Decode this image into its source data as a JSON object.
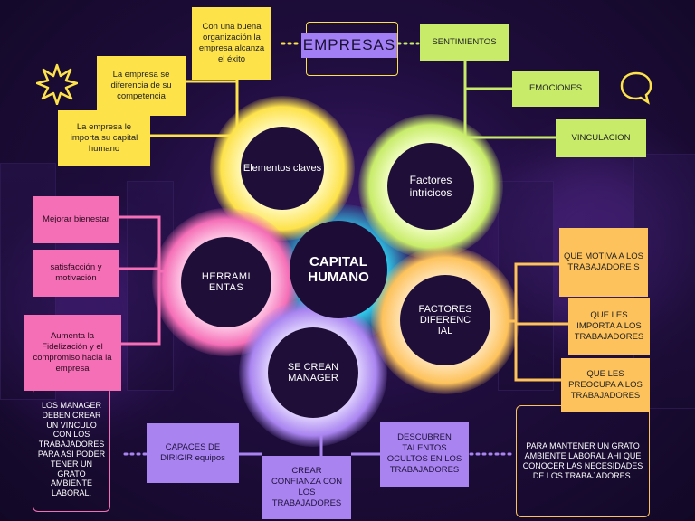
{
  "header": {
    "title": "EMPRESAS"
  },
  "center": {
    "label": "CAPITAL HUMANO"
  },
  "nodes": {
    "elementos": "Elementos claves",
    "factores_intr": "Factores intricicos",
    "herramientas": "HERRAMI ENTAS",
    "factores_dif": "FACTORES DIFERENC IAL",
    "manager": "SE CREAN MANAGER"
  },
  "yellow_boxes": [
    "Con una buena organización la empresa alcanza el éxito",
    "La empresa se diferencia de su competencia",
    "La empresa le importa su capital humano"
  ],
  "green_boxes": [
    "SENTIMIENTOS",
    "EMOCIONES",
    "VINCULACION"
  ],
  "pink_boxes": [
    "Mejorar bienestar",
    "satisfacción y motivación",
    "Aumenta la Fidelización y el compromiso hacia la empresa"
  ],
  "orange_boxes": [
    "QUE MOTIVA A LOS TRABAJADORE S",
    "QUE LES IMPORTA A LOS TRABAJADORES",
    "QUE LES PREOCUPA A LOS TRABAJADORES"
  ],
  "purple_boxes": [
    "CAPACES DE DIRIGIR equipos",
    "CREAR CONFIANZA CON LOS TRABAJADORES",
    "DESCUBREN TALENTOS OCULTOS EN LOS TRABAJADORES"
  ],
  "notes": {
    "left": "LOS MANAGER DEBEN CREAR UN VINCULO CON LOS TRABAJADORES PARA ASI PODER TENER UN GRATO AMBIENTE LABORAL.",
    "right": "PARA MANTENER UN GRATO AMBIENTE LABORAL AHI QUE CONOCER LAS NECESIDADES DE LOS TRABAJADORES."
  },
  "colors": {
    "yellow": "#fde24a",
    "green": "#c8ec6a",
    "pink": "#f56fb7",
    "orange": "#fdc25b",
    "purple": "#a984f0",
    "cyan": "#4fe3f5"
  },
  "icons": [
    "starburst-icon",
    "speech-bubble-icon"
  ]
}
